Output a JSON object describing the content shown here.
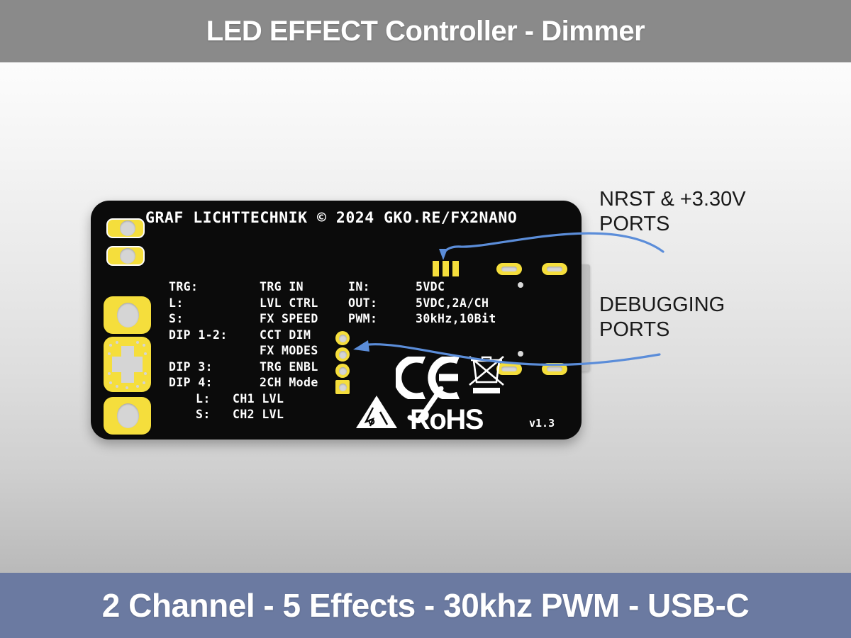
{
  "header": {
    "title": "LED EFFECT Controller - Dimmer",
    "bg": "#8a8a8a"
  },
  "footer": {
    "title": "2 Channel - 5 Effects - 30khz PWM - USB-C",
    "bg": "#6b7aa1"
  },
  "board": {
    "silk_title": "GRAF LICHTTECHNIK © 2024 GKO.RE/FX2NANO",
    "version": "v1.3",
    "solder_mask_color": "#0b0b0b",
    "pad_color": "#f5de3c",
    "spec_rows": [
      {
        "key": "TRG:",
        "val": "TRG IN",
        "key2": "IN:",
        "val2": "5VDC"
      },
      {
        "key": "L:",
        "val": "LVL CTRL",
        "key2": "OUT:",
        "val2": "5VDC,2A/CH"
      },
      {
        "key": "S:",
        "val": "FX SPEED",
        "key2": "PWM:",
        "val2": "30kHz,10Bit"
      },
      {
        "key": "DIP 1-2:",
        "val": "CCT DIM",
        "key2": "",
        "val2": ""
      },
      {
        "key": "",
        "val": "FX MODES",
        "key2": "",
        "val2": ""
      },
      {
        "key": "DIP 3:",
        "val": "TRG ENBL",
        "key2": "",
        "val2": ""
      },
      {
        "key": "DIP 4:",
        "val": "2CH Mode",
        "key2": "",
        "val2": ""
      }
    ],
    "spec_sub_rows": [
      {
        "key": "L:",
        "val": "CH1 LVL"
      },
      {
        "key": "S:",
        "val": "CH2 LVL"
      }
    ],
    "marks": {
      "ce": "CE-mark",
      "weee": "crossed-out-wheelie-bin",
      "esd": "esd-sensitive-triangle",
      "rohs": "RoHS"
    }
  },
  "annotations": [
    {
      "id": "nrst",
      "text": "NRST & +3.30V\nPORTS",
      "leader_color": "#5b8dd9"
    },
    {
      "id": "debug",
      "text": "DEBUGGING\nPORTS",
      "leader_color": "#5b8dd9"
    }
  ]
}
